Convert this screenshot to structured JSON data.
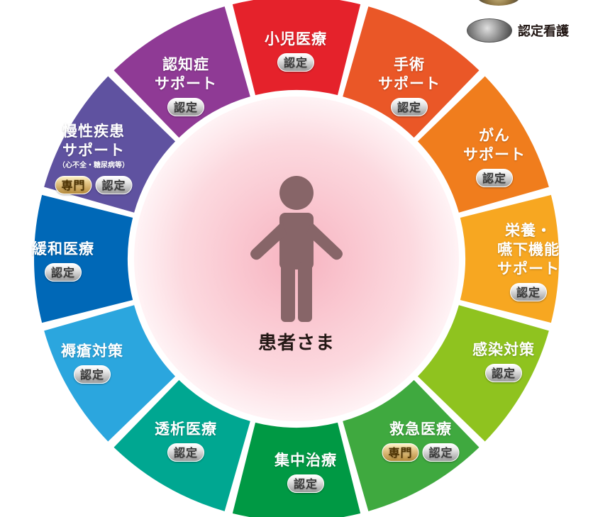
{
  "center": {
    "label": "患者さま"
  },
  "legend": {
    "nintei_label": "認定看護"
  },
  "badge_labels": {
    "nintei": "認定",
    "senmon": "専門"
  },
  "colors": {
    "outer_ring": "#ffffff",
    "inner_disc": "#fbd6dc",
    "person": "#876568",
    "badge_nintei": "#b0b0b0",
    "badge_senmon": "#d1ac62"
  },
  "segments": [
    {
      "id": "shoni",
      "lines": [
        "小児医療"
      ],
      "badges": [
        "nintei"
      ],
      "color": "#e5222b"
    },
    {
      "id": "shujutsu",
      "lines": [
        "手術",
        "サポート"
      ],
      "badges": [
        "nintei"
      ],
      "color": "#ea5727"
    },
    {
      "id": "gan",
      "lines": [
        "がん",
        "サポート"
      ],
      "badges": [
        "nintei"
      ],
      "color": "#f07d1d"
    },
    {
      "id": "eiyo",
      "lines": [
        "栄養・",
        "嚥下機能",
        "サポート"
      ],
      "badges": [
        "nintei"
      ],
      "color": "#f7a721"
    },
    {
      "id": "kansen",
      "lines": [
        "感染対策"
      ],
      "badges": [
        "nintei"
      ],
      "color": "#8fc31f"
    },
    {
      "id": "kyukyu",
      "lines": [
        "救急医療"
      ],
      "badges": [
        "senmon",
        "nintei"
      ],
      "color": "#3fa93f"
    },
    {
      "id": "shuchu",
      "lines": [
        "集中治療"
      ],
      "badges": [
        "nintei"
      ],
      "color": "#009944"
    },
    {
      "id": "toseki",
      "lines": [
        "透析医療"
      ],
      "badges": [
        "nintei"
      ],
      "color": "#00a791"
    },
    {
      "id": "jokuso",
      "lines": [
        "褥瘡対策"
      ],
      "badges": [
        "nintei"
      ],
      "color": "#2ba6de"
    },
    {
      "id": "kanwa",
      "lines": [
        "緩和医療"
      ],
      "badges": [
        "nintei"
      ],
      "color": "#0068b7"
    },
    {
      "id": "mansei",
      "lines": [
        "慢性疾患",
        "サポート"
      ],
      "note": "（心不全・糖尿病等）",
      "badges": [
        "senmon",
        "nintei"
      ],
      "color": "#5f52a0"
    },
    {
      "id": "ninchi",
      "lines": [
        "認知症",
        "サポート"
      ],
      "badges": [
        "nintei"
      ],
      "color": "#8f3a95"
    }
  ]
}
